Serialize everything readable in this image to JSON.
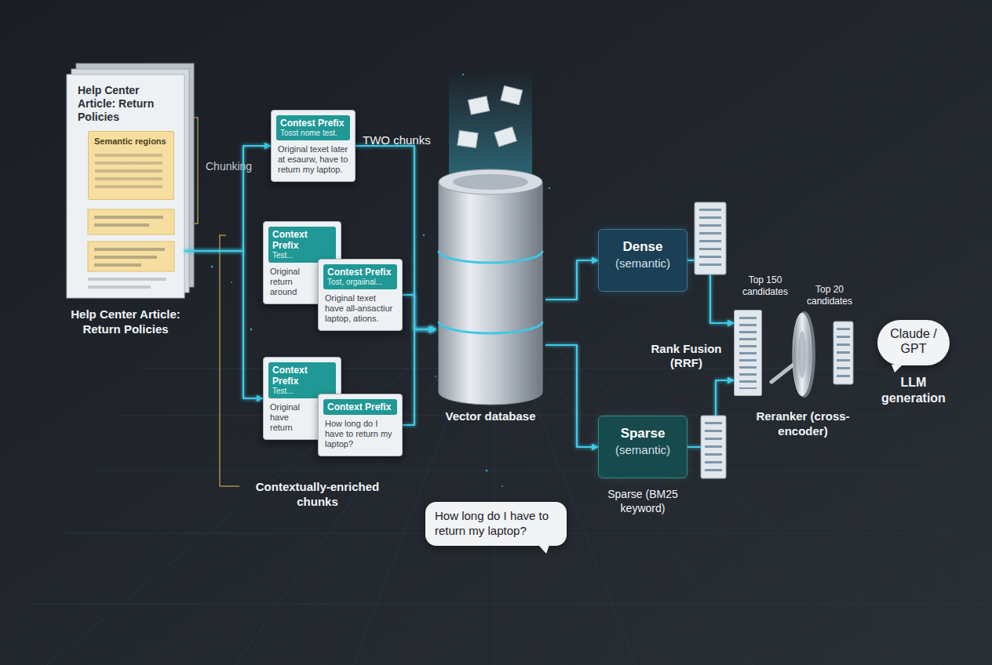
{
  "diagram": {
    "nodes": [
      {
        "text": [
          "Help Center Article: Return Policies",
          "Help Center Article: Return Policies"
        ]
      },
      {
        "text": [
          "Semantic regions"
        ],
        "in": 0
      },
      {
        "text": [
          "Contest Prefix",
          "Tosst nome test.",
          "Original texet later at esaurw, have to return my laptop."
        ]
      },
      {
        "text": [
          "Context Prefix",
          "Test...",
          "Original return around"
        ]
      },
      {
        "text": [
          "Contest Prefix",
          "Tost, orgaiinal...",
          "Original texet have all-ansactiur laptop, ations."
        ]
      },
      {
        "text": [
          "Context Prefix",
          "Test...",
          "Original have return"
        ]
      },
      {
        "text": [
          "Context Prefix",
          "How long do I have to return my laptop?"
        ]
      },
      {
        "text": [
          "Vector database"
        ]
      },
      {
        "text": [
          "How long do I have to return my laptop?"
        ]
      },
      {
        "text": [
          "Dense",
          "(semantic)"
        ]
      },
      {
        "text": [
          "Sparse",
          "(semantic)"
        ]
      },
      {
        "text": [
          "Rank Fusion (RRF)"
        ]
      },
      {
        "text": [
          "Reranker (cross-encoder)"
        ]
      },
      {
        "text": [
          "Claude / GPT",
          "LLM generation"
        ]
      }
    ],
    "edges": [
      {
        "from": 0,
        "to": 2,
        "arrow": "to"
      },
      {
        "from": 0,
        "to": 5,
        "arrow": "to"
      },
      {
        "from": 2,
        "to": 7,
        "arrow": "to"
      },
      {
        "from": 4,
        "to": 7,
        "arrow": "to"
      },
      {
        "from": 6,
        "to": 7,
        "arrow": "to"
      },
      {
        "from": 8,
        "to": 7,
        "arrow": "to"
      },
      {
        "from": 7,
        "to": 9,
        "arrow": "to"
      },
      {
        "from": 7,
        "to": 10,
        "arrow": "to"
      },
      {
        "from": 9,
        "to": 11,
        "arrow": "to"
      },
      {
        "from": 10,
        "to": 11,
        "arrow": "to"
      },
      {
        "from": 11,
        "to": 12,
        "arrow": "to"
      },
      {
        "from": 12,
        "to": 13,
        "arrow": "to"
      }
    ],
    "labels": [
      "Chunking",
      "TWO chunks",
      "Contextually-enriched chunks",
      "Sparse (BM25 keyword)",
      "Top 150 candidates",
      "Top 20 candidates"
    ]
  }
}
